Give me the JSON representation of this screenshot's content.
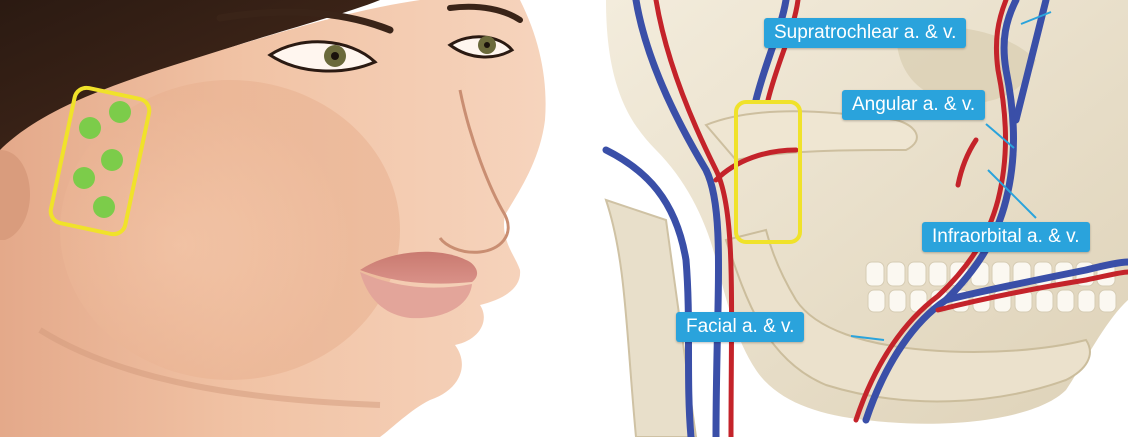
{
  "colors": {
    "highlight_box": "#f0e22a",
    "injection_point": "#7ccc4a",
    "callout": "#2aa3dc",
    "artery": "#c4232a",
    "vein": "#3a4fa8",
    "bone": "#ece3cf",
    "skin": "#eebb98"
  },
  "left_panel": {
    "injection_points": {
      "count": 5
    }
  },
  "right_panel": {
    "labels": [
      {
        "id": "supratrochlear",
        "text": "Supratrochlear a. & v."
      },
      {
        "id": "angular",
        "text": "Angular a. & v."
      },
      {
        "id": "infraorbital",
        "text": "Infraorbital a. & v."
      },
      {
        "id": "facial",
        "text": "Facial a. & v."
      }
    ]
  }
}
